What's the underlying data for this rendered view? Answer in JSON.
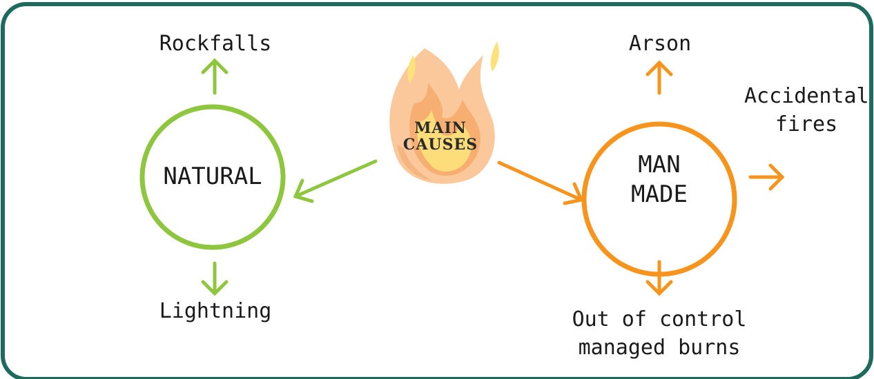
{
  "diagram": {
    "center": {
      "title_line1": "MAIN",
      "title_line2": "CAUSES"
    },
    "natural": {
      "label": "NATURAL",
      "color": "#8ec63f",
      "up": "Rockfalls",
      "down": "Lightning"
    },
    "man_made": {
      "label_line1": "MAN",
      "label_line2": "MADE",
      "color": "#f7941d",
      "up": "Arson",
      "right_line1": "Accidental",
      "right_line2": "fires",
      "down_line1": "Out of control",
      "down_line2": "managed burns"
    },
    "frame_color": "#1e6b5e",
    "flame_colors": [
      "#f9c28f",
      "#f6a96a",
      "#fcd2a6",
      "#fde27a",
      "#f4b07a"
    ]
  }
}
